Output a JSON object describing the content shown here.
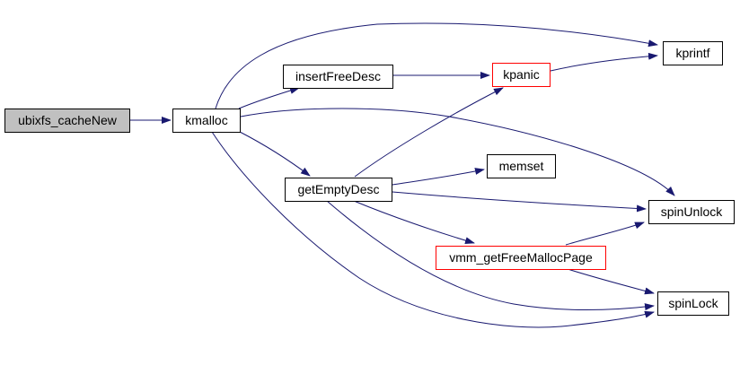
{
  "diagram": {
    "kind": "call-graph",
    "colors": {
      "edge": "#191970",
      "node_border": "#000000",
      "node_fill": "#ffffff",
      "root_fill": "#c0c0c0",
      "highlight_border": "#ff0000",
      "text": "#000000",
      "background": "#ffffff"
    },
    "nodes": {
      "ubixfs_cacheNew": {
        "label": "ubixfs_cacheNew",
        "style": "root"
      },
      "kmalloc": {
        "label": "kmalloc",
        "style": "normal"
      },
      "insertFreeDesc": {
        "label": "insertFreeDesc",
        "style": "normal"
      },
      "kpanic": {
        "label": "kpanic",
        "style": "highlighted"
      },
      "kprintf": {
        "label": "kprintf",
        "style": "normal"
      },
      "getEmptyDesc": {
        "label": "getEmptyDesc",
        "style": "normal"
      },
      "memset": {
        "label": "memset",
        "style": "normal"
      },
      "vmm_getFreeMallocPage": {
        "label": "vmm_getFreeMallocPage",
        "style": "highlighted"
      },
      "spinUnlock": {
        "label": "spinUnlock",
        "style": "normal"
      },
      "spinLock": {
        "label": "spinLock",
        "style": "normal"
      }
    },
    "edges": [
      {
        "from": "ubixfs_cacheNew",
        "to": "kmalloc"
      },
      {
        "from": "kmalloc",
        "to": "insertFreeDesc"
      },
      {
        "from": "kmalloc",
        "to": "kprintf"
      },
      {
        "from": "kmalloc",
        "to": "getEmptyDesc"
      },
      {
        "from": "kmalloc",
        "to": "spinUnlock"
      },
      {
        "from": "kmalloc",
        "to": "spinLock"
      },
      {
        "from": "insertFreeDesc",
        "to": "kpanic"
      },
      {
        "from": "kpanic",
        "to": "kprintf"
      },
      {
        "from": "getEmptyDesc",
        "to": "kpanic"
      },
      {
        "from": "getEmptyDesc",
        "to": "memset"
      },
      {
        "from": "getEmptyDesc",
        "to": "spinUnlock"
      },
      {
        "from": "getEmptyDesc",
        "to": "vmm_getFreeMallocPage"
      },
      {
        "from": "getEmptyDesc",
        "to": "spinLock"
      },
      {
        "from": "vmm_getFreeMallocPage",
        "to": "spinUnlock"
      },
      {
        "from": "vmm_getFreeMallocPage",
        "to": "spinLock"
      }
    ]
  }
}
